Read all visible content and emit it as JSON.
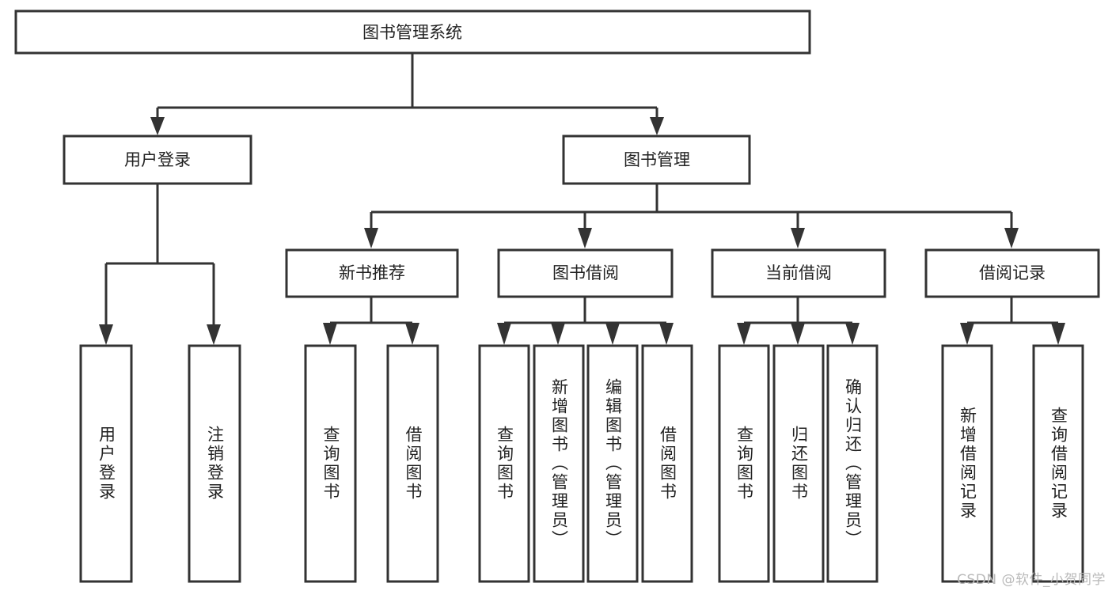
{
  "diagram": {
    "title": "图书管理系统",
    "type": "tree-hierarchy",
    "root": {
      "label": "图书管理系统"
    },
    "level1": [
      {
        "label": "用户登录"
      },
      {
        "label": "图书管理"
      }
    ],
    "level2": [
      {
        "label": "新书推荐"
      },
      {
        "label": "图书借阅"
      },
      {
        "label": "当前借阅"
      },
      {
        "label": "借阅记录"
      }
    ],
    "leaves": {
      "user_login": [
        {
          "label": "用户登录"
        },
        {
          "label": "注销登录"
        }
      ],
      "new_book_recommend": [
        {
          "label": "查询图书"
        },
        {
          "label": "借阅图书"
        }
      ],
      "book_borrow": [
        {
          "label": "查询图书"
        },
        {
          "label": "新增图书（管理员）"
        },
        {
          "label": "编辑图书（管理员）"
        },
        {
          "label": "借阅图书"
        }
      ],
      "current_borrow": [
        {
          "label": "查询图书"
        },
        {
          "label": "归还图书"
        },
        {
          "label": "确认归还（管理员）"
        }
      ],
      "borrow_record": [
        {
          "label": "新增借阅记录"
        },
        {
          "label": "查询借阅记录"
        }
      ]
    }
  },
  "watermark": {
    "text": "CSDN @软件_小贺同学"
  },
  "colors": {
    "background": "#ffffff",
    "box_fill": "#ffffff",
    "box_stroke": "#333333",
    "text": "#222222",
    "watermark": "#b9b9b9"
  }
}
